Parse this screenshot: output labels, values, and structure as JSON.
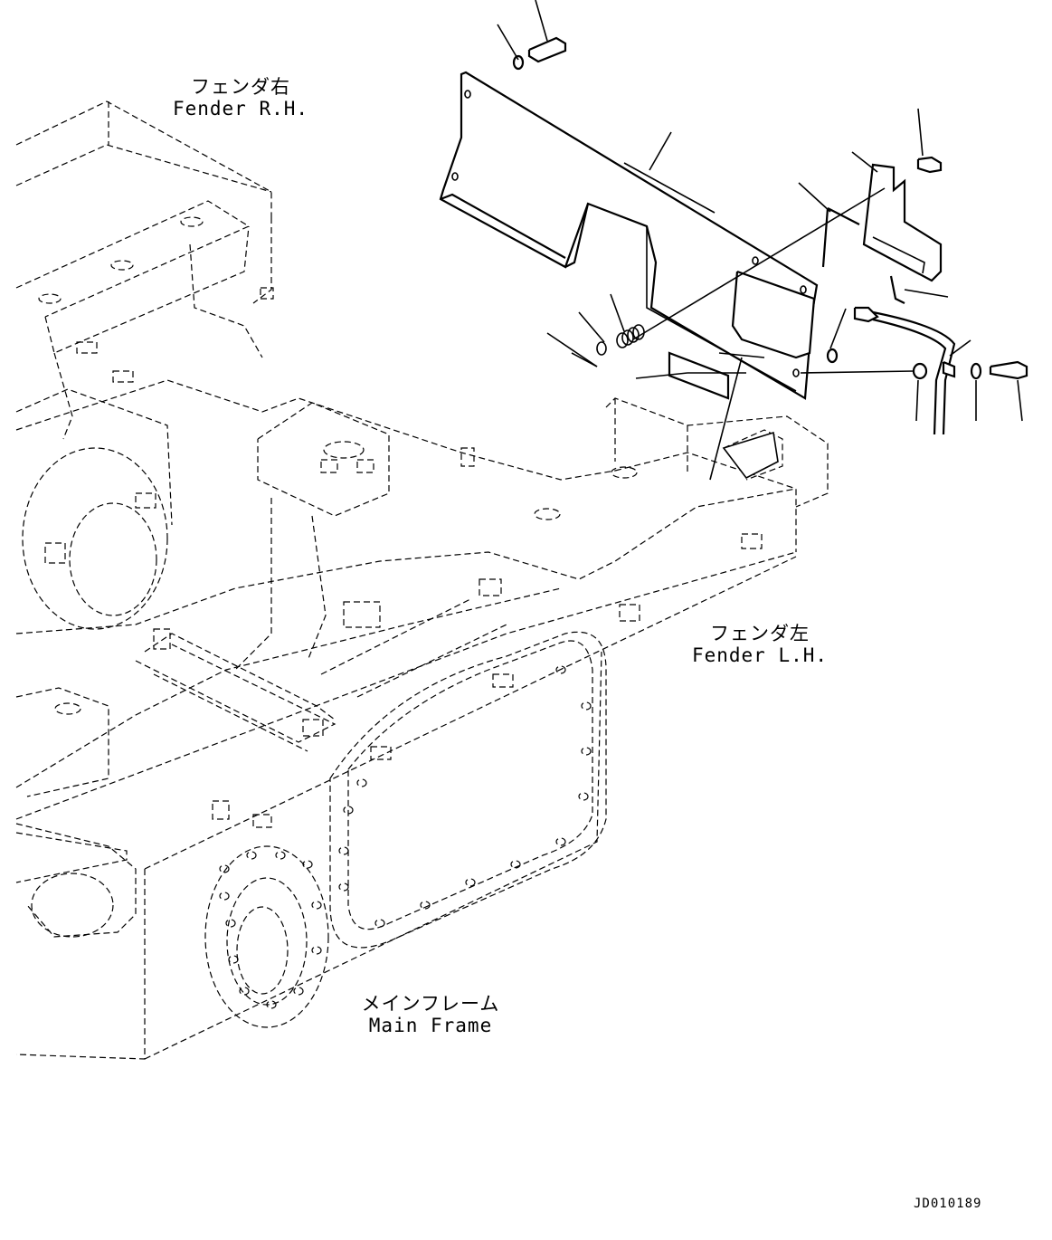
{
  "labels": {
    "fender_rh": {
      "jp": "フェンダ右",
      "en": "Fender R.H."
    },
    "fender_lh": {
      "jp": "フェンダ左",
      "en": "Fender L.H."
    },
    "main_frame": {
      "jp": "メインフレーム",
      "en": "Main Frame"
    }
  },
  "drawing_id": "JD010189"
}
